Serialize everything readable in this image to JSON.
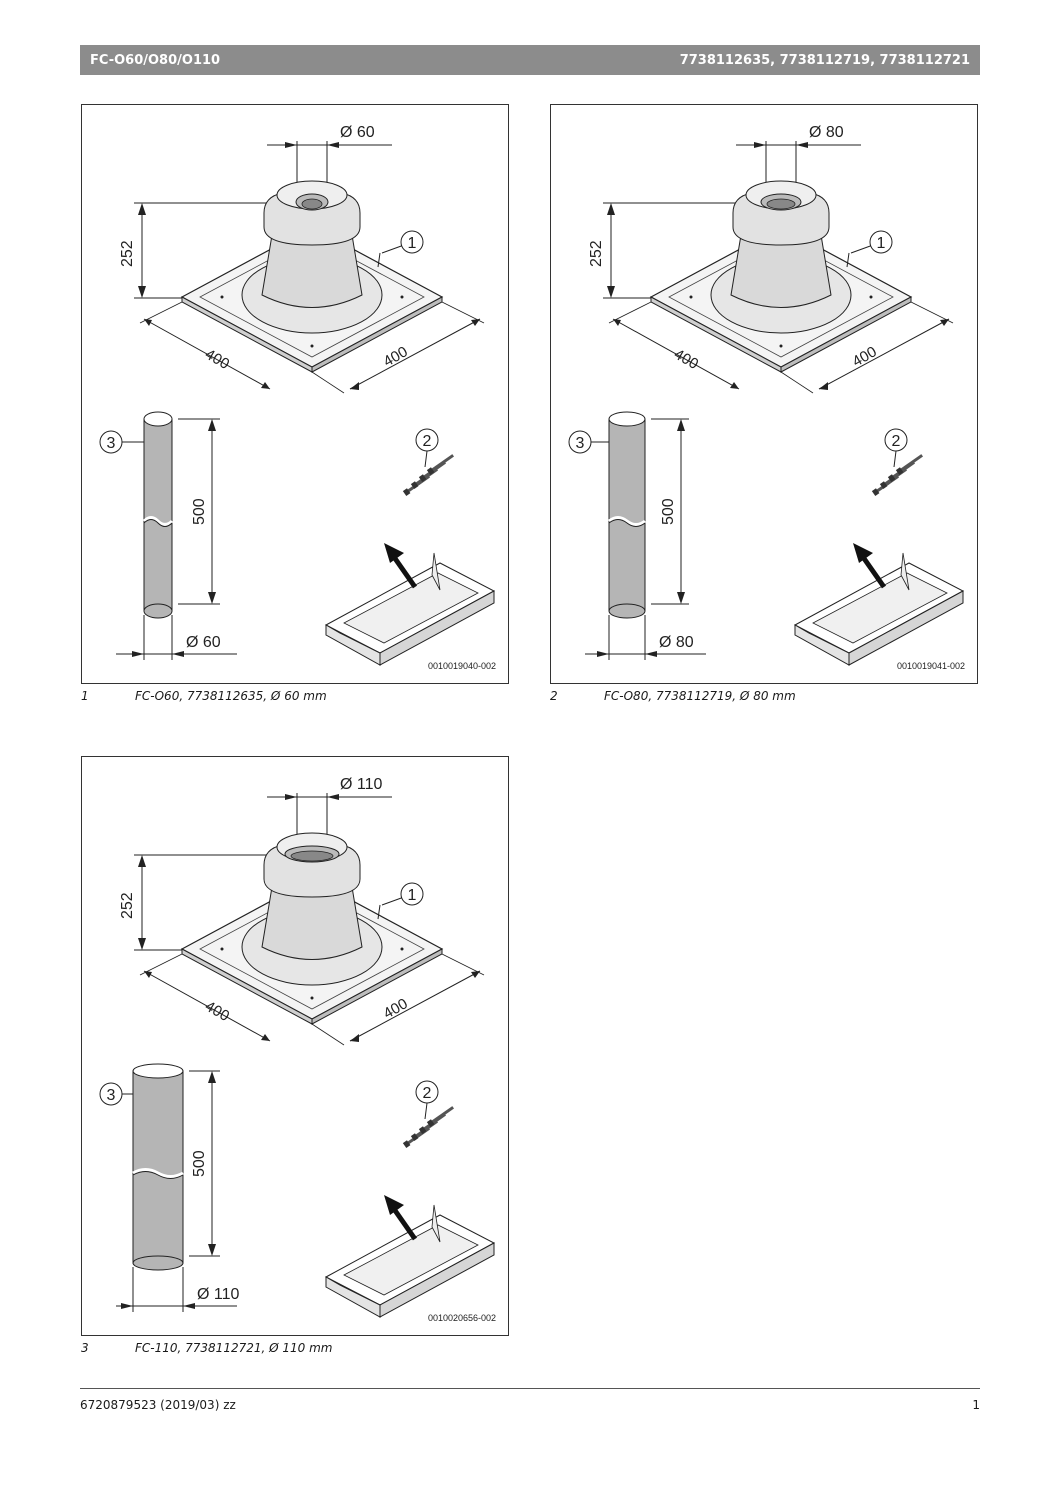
{
  "header": {
    "title": "FC-O60/O80/O110",
    "part_numbers": "7738112635, 7738112719, 7738112721"
  },
  "figures": [
    {
      "diameter_label": "Ø 60",
      "height_label": "252",
      "width_label_left": "400",
      "width_label_right": "400",
      "pipe_length_label": "500",
      "pipe_diameter_label": "Ø 60",
      "callout_1": "1",
      "callout_2": "2",
      "callout_3": "3",
      "image_code": "0010019040-002",
      "caption_number": "1",
      "caption_text": "FC-O60, 7738112635, Ø 60 mm"
    },
    {
      "diameter_label": "Ø 80",
      "height_label": "252",
      "width_label_left": "400",
      "width_label_right": "400",
      "pipe_length_label": "500",
      "pipe_diameter_label": "Ø 80",
      "callout_1": "1",
      "callout_2": "2",
      "callout_3": "3",
      "image_code": "0010019041-002",
      "caption_number": "2",
      "caption_text": "FC-O80, 7738112719, Ø 80 mm"
    },
    {
      "diameter_label": "Ø 110",
      "height_label": "252",
      "width_label_left": "400",
      "width_label_right": "400",
      "pipe_length_label": "500",
      "pipe_diameter_label": "Ø 110",
      "callout_1": "1",
      "callout_2": "2",
      "callout_3": "3",
      "image_code": "0010020656-002",
      "caption_number": "3",
      "caption_text": "FC-110, 7738112721, Ø 110 mm"
    }
  ],
  "footer": {
    "doc_id": "6720879523 (2019/03) zz",
    "page_number": "1"
  },
  "colors": {
    "header_bg": "#8c8c8c",
    "pipe_fill": "#b5b5b5",
    "flashing_fill": "#d9d9d9"
  }
}
